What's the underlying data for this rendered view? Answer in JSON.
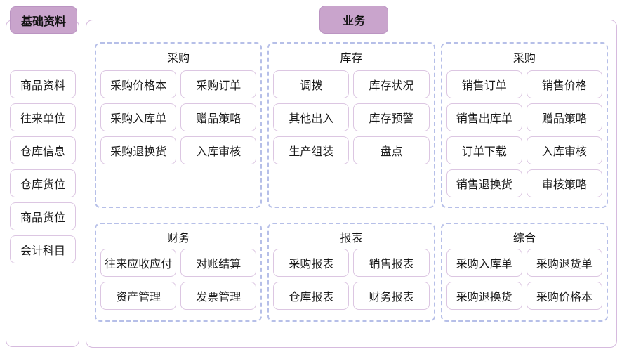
{
  "colors": {
    "tag_background": "#c9a4cc",
    "tag_border": "#bb94c2",
    "panel_border": "#d6bade",
    "box_border": "#dcc6e2",
    "group_dashed_border": "#b6bfe8",
    "text": "#1a1a1a"
  },
  "sidebar": {
    "title": "基础资料",
    "items": [
      "商品资料",
      "往来单位",
      "仓库信息",
      "仓库货位",
      "商品货位",
      "会计科目"
    ]
  },
  "main": {
    "title": "业务",
    "groups": [
      {
        "title": "采购",
        "row": "top",
        "items": [
          "采购价格本",
          "采购订单",
          "采购入库单",
          "赠品策略",
          "采购退换货",
          "入库审核"
        ]
      },
      {
        "title": "库存",
        "row": "top",
        "items": [
          "调拨",
          "库存状况",
          "其他出入",
          "库存预警",
          "生产组装",
          "盘点"
        ]
      },
      {
        "title": "采购",
        "row": "top",
        "items": [
          "销售订单",
          "销售价格",
          "销售出库单",
          "赠品策略",
          "订单下载",
          "入库审核",
          "销售退换货",
          "审核策略"
        ]
      },
      {
        "title": "财务",
        "row": "bottom",
        "items": [
          "往来应收应付",
          "对账结算",
          "资产管理",
          "发票管理"
        ]
      },
      {
        "title": "报表",
        "row": "bottom",
        "items": [
          "采购报表",
          "销售报表",
          "仓库报表",
          "财务报表"
        ]
      },
      {
        "title": "综合",
        "row": "bottom",
        "items": [
          "采购入库单",
          "采购退货单",
          "采购退换货",
          "采购价格本"
        ]
      }
    ]
  }
}
